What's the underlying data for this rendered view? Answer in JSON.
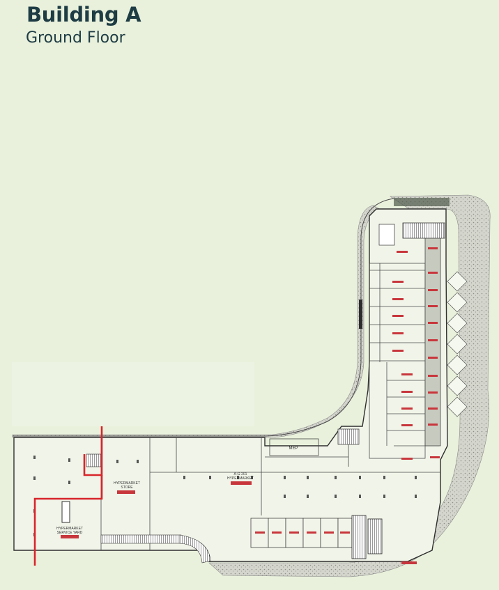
{
  "header": {
    "title": "Building A",
    "subtitle": "Ground Floor"
  },
  "plan": {
    "labels": {
      "mep": "MEP",
      "hypermarket_store_line1": "HYPERMARKET",
      "hypermarket_store_line2": "STORE",
      "hypermarket_unit_line1": "A-G-201",
      "hypermarket_unit_line2": "HYPERMARKET",
      "service_yard_line1": "HYPERMARKET",
      "service_yard_line2": "SERVICE YARD"
    },
    "colors": {
      "background": "#e9f1dc",
      "wall": "#3a3a3a",
      "route": "#d8252b",
      "area_tag": "#c8363c",
      "landscape": "#cfcfc8"
    }
  }
}
